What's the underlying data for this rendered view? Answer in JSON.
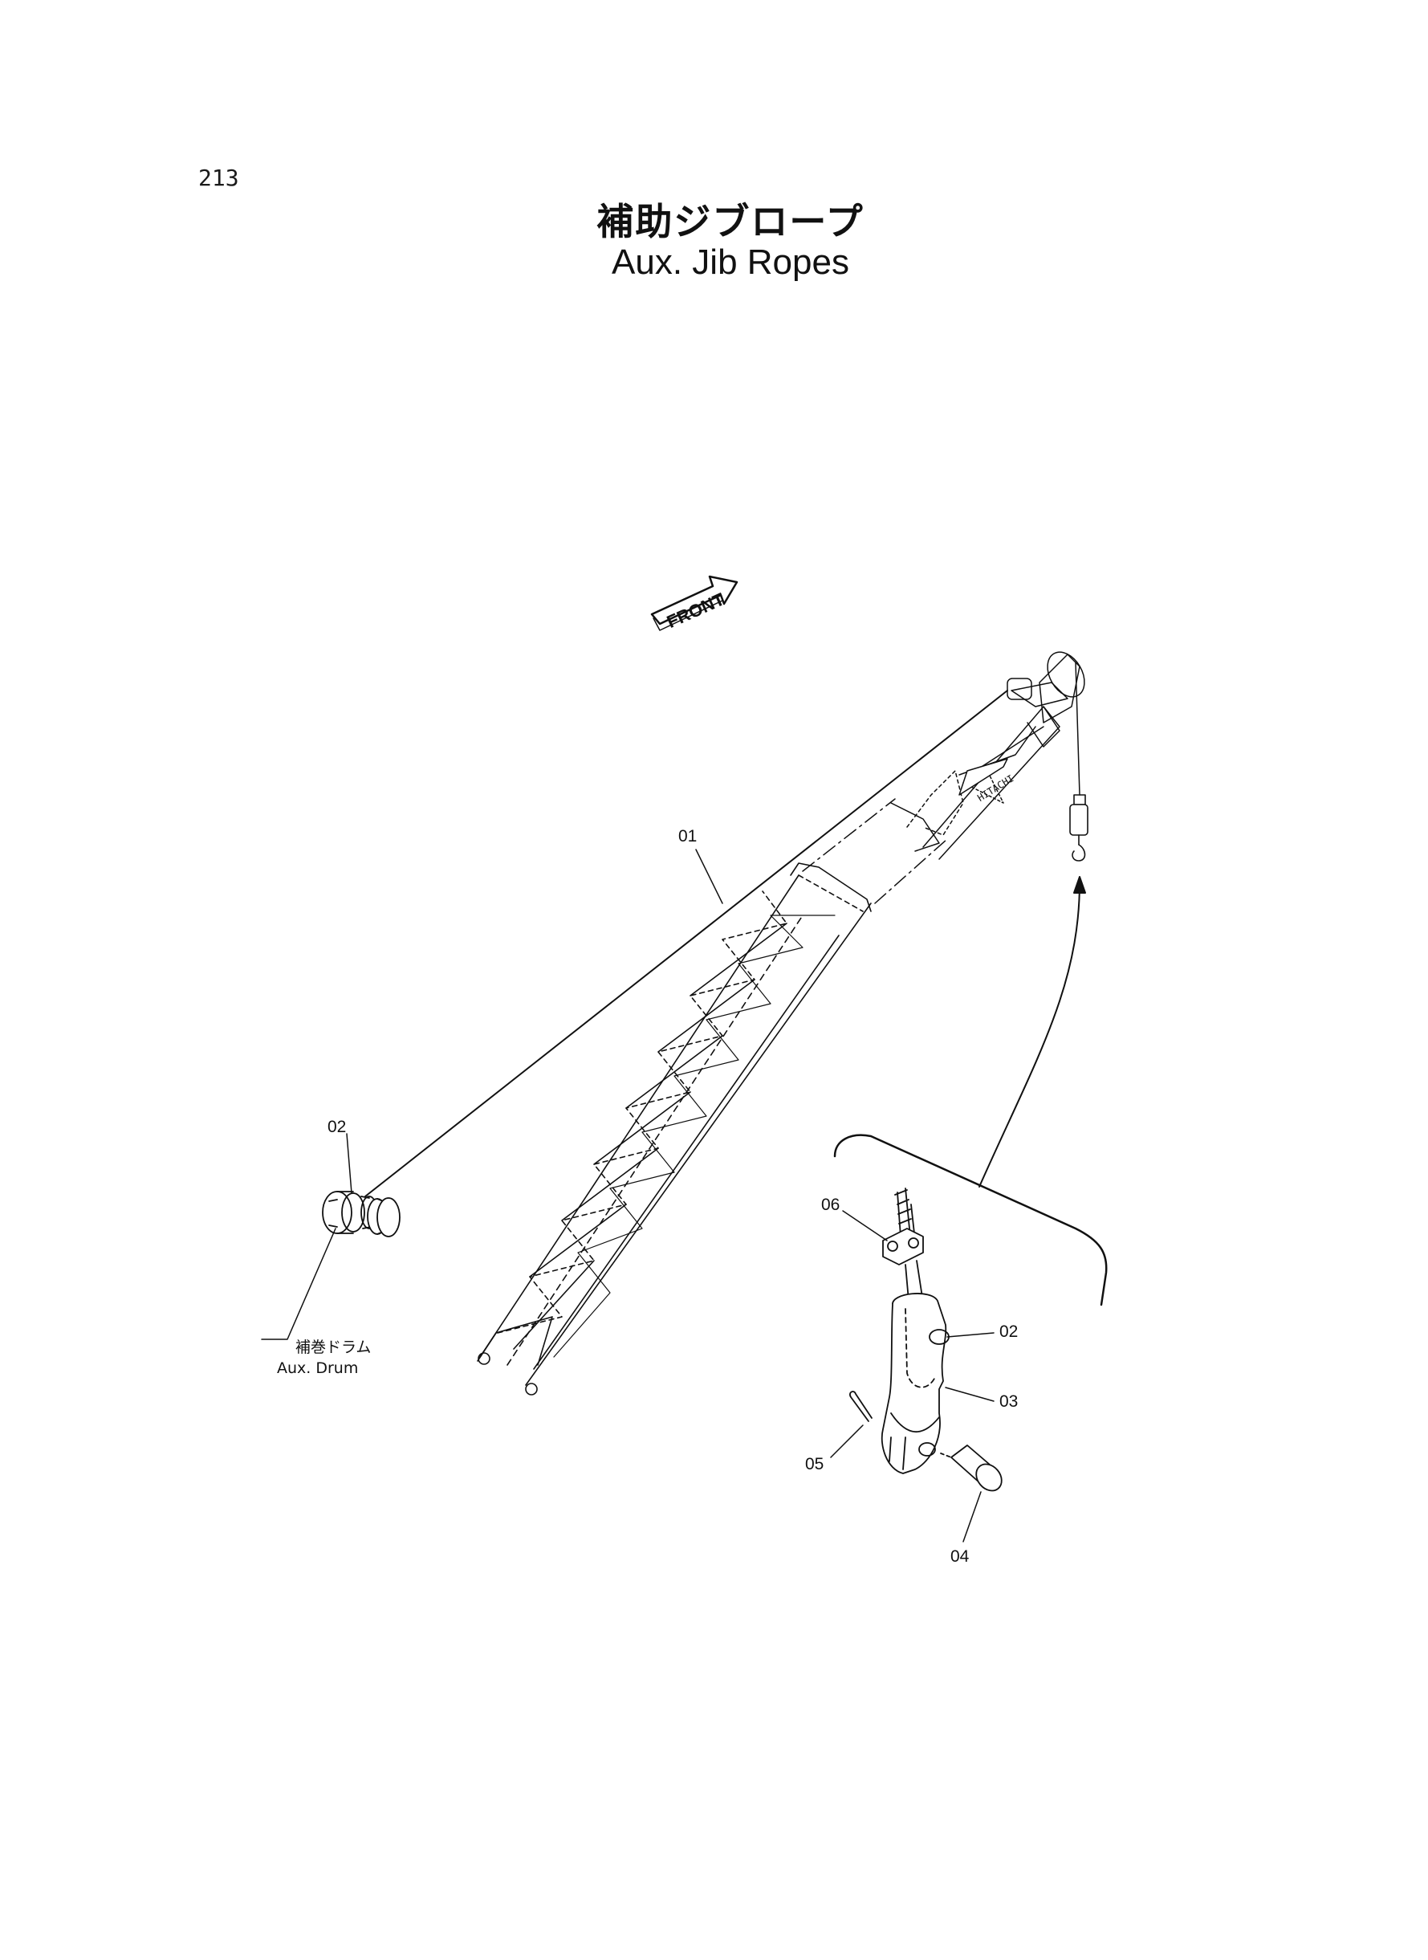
{
  "page_number": "213",
  "title": {
    "japanese": "補助ジブロープ",
    "english": "Aux. Jib Ropes"
  },
  "front_indicator": "FRONT",
  "callouts": {
    "rope_01": "01",
    "drum_02": "02",
    "socket_02": "02",
    "socket_03": "03",
    "pin_04": "04",
    "cotter_05": "05",
    "clip_06": "06"
  },
  "aux_drum_note": {
    "japanese": "補巻ドラム",
    "english": "Aux. Drum"
  }
}
